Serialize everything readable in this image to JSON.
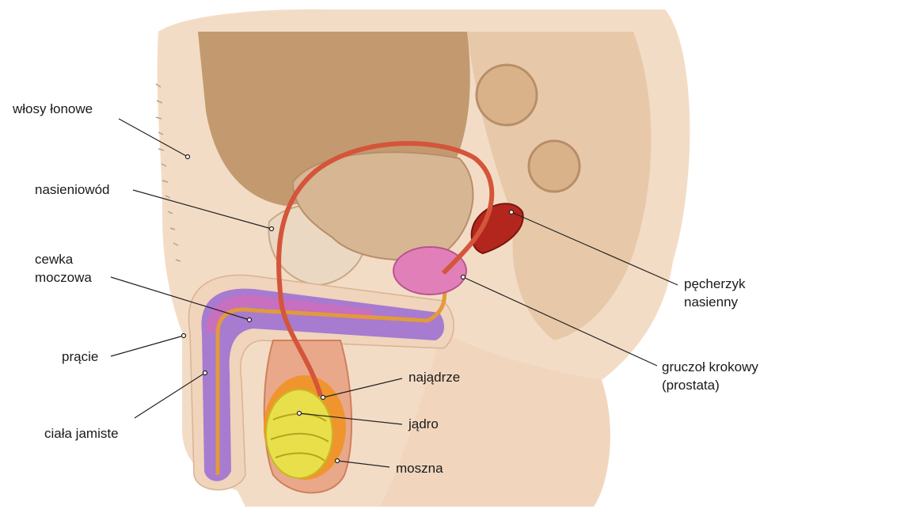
{
  "labels": {
    "wlosy_lonowe": "włosy łonowe",
    "nasieniowod": "nasieniowód",
    "cewka_moczowa_1": "cewka",
    "cewka_moczowa_2": "moczowa",
    "pracie": "prącie",
    "ciala_jamiste": "ciała jamiste",
    "najadrze": "najądrze",
    "jadro": "jądro",
    "moszna": "moszna",
    "pecherzyk_1": "pęcherzyk",
    "pecherzyk_2": "nasienny",
    "gruczol_1": "gruczoł krokowy",
    "gruczol_2": "(prostata)"
  },
  "colors": {
    "skin": "#f3dcc6",
    "tissue": "#e9cdb0",
    "tissue_dark": "#d8b493",
    "bladder": "#c39a70",
    "vas_deferens": "#d4553a",
    "corpora": "#a77bd0",
    "spongiosum": "#c86fbf",
    "urethra": "#e39a3a",
    "prostate": "#e07fb8",
    "seminal_vesicle": "#b3261e",
    "testis": "#e8df4a",
    "epididymis": "#f0952d",
    "leader_line": "#222222"
  }
}
